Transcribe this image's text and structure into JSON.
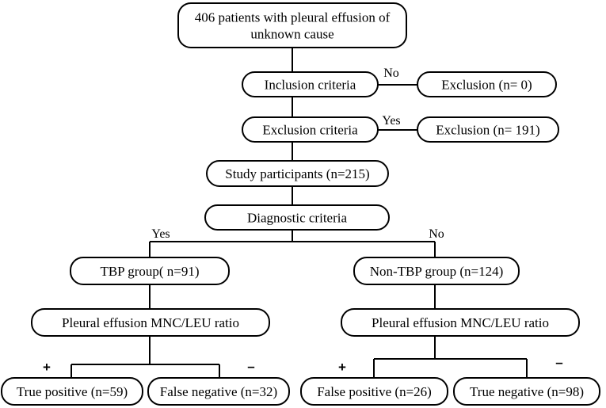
{
  "nodes": [
    {
      "id": "start",
      "lines": [
        "406 patients with pleural effusion of",
        "unknown cause"
      ]
    },
    {
      "id": "inclusion",
      "lines": [
        "Inclusion criteria"
      ]
    },
    {
      "id": "excl0",
      "lines": [
        "Exclusion (n= 0)"
      ]
    },
    {
      "id": "exclusion",
      "lines": [
        "Exclusion criteria"
      ]
    },
    {
      "id": "excl191",
      "lines": [
        "Exclusion (n= 191)"
      ]
    },
    {
      "id": "participants",
      "lines": [
        "Study participants (n=215)"
      ]
    },
    {
      "id": "diagnostic",
      "lines": [
        "Diagnostic criteria"
      ]
    },
    {
      "id": "tbp",
      "lines": [
        "TBP group( n=91)"
      ]
    },
    {
      "id": "nontbp",
      "lines": [
        "Non-TBP group (n=124)"
      ]
    },
    {
      "id": "ratio_left",
      "lines": [
        "Pleural effusion MNC/LEU ratio"
      ]
    },
    {
      "id": "ratio_right",
      "lines": [
        "Pleural effusion MNC/LEU ratio"
      ]
    },
    {
      "id": "tp",
      "lines": [
        "True positive (n=59)"
      ]
    },
    {
      "id": "fn",
      "lines": [
        "False negative (n=32)"
      ]
    },
    {
      "id": "fp",
      "lines": [
        "False positive (n=26)"
      ]
    },
    {
      "id": "tn",
      "lines": [
        "True negative (n=98)"
      ]
    }
  ],
  "edge_labels": [
    {
      "id": "no_inclusion",
      "text": "No"
    },
    {
      "id": "yes_exclusion",
      "text": "Yes"
    },
    {
      "id": "yes_tbp",
      "text": "Yes"
    },
    {
      "id": "no_nontbp",
      "text": "No"
    },
    {
      "id": "plus_left",
      "text": "+"
    },
    {
      "id": "minus_left",
      "text": "–"
    },
    {
      "id": "plus_right",
      "text": "+"
    },
    {
      "id": "minus_right",
      "text": "–"
    }
  ]
}
